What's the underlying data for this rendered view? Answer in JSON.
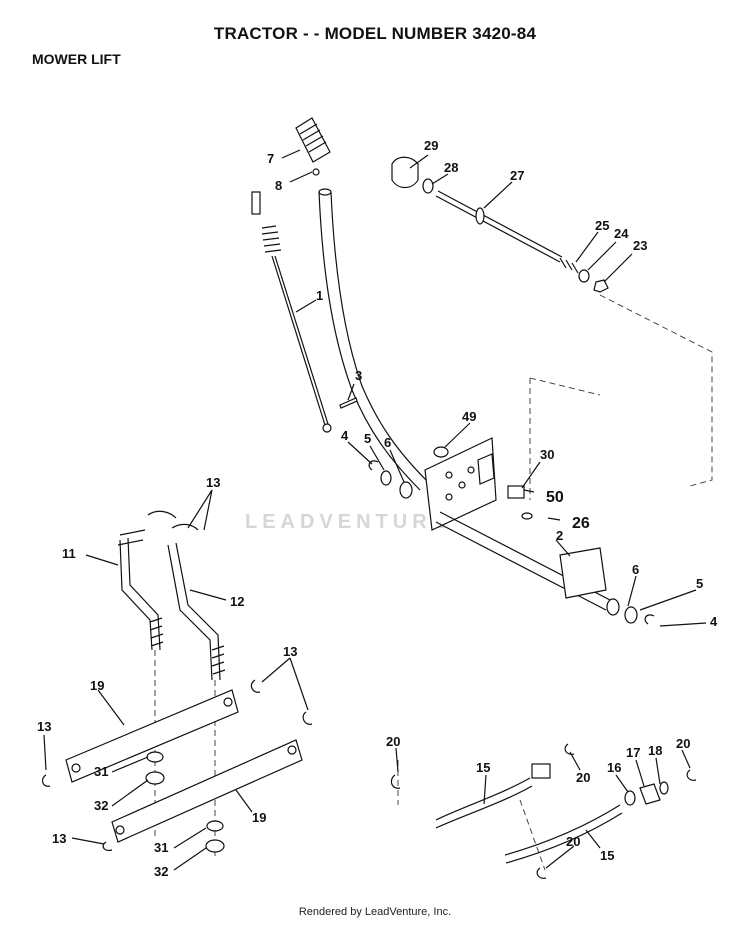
{
  "header": {
    "title": "TRACTOR - - MODEL NUMBER 3420-84",
    "subtitle": "MOWER LIFT"
  },
  "watermark": "LEADVENTURE",
  "footer": "Rendered by LeadVenture, Inc.",
  "callouts": {
    "c1": "1",
    "c2": "2",
    "c3": "3",
    "c4a": "4",
    "c4b": "4",
    "c5a": "5",
    "c5b": "5",
    "c6a": "6",
    "c6b": "6",
    "c7": "7",
    "c8": "8",
    "c11": "11",
    "c12": "12",
    "c13a": "13",
    "c13b": "13",
    "c13c": "13",
    "c13d": "13",
    "c15a": "15",
    "c15b": "15",
    "c16": "16",
    "c17": "17",
    "c18": "18",
    "c19a": "19",
    "c19b": "19",
    "c20a": "20",
    "c20b": "20",
    "c20c": "20",
    "c20d": "20",
    "c23": "23",
    "c24": "24",
    "c25": "25",
    "c26": "26",
    "c27": "27",
    "c28": "28",
    "c29": "29",
    "c30": "30",
    "c31a": "31",
    "c31b": "31",
    "c32a": "32",
    "c32b": "32",
    "c49": "49",
    "c50": "50"
  }
}
